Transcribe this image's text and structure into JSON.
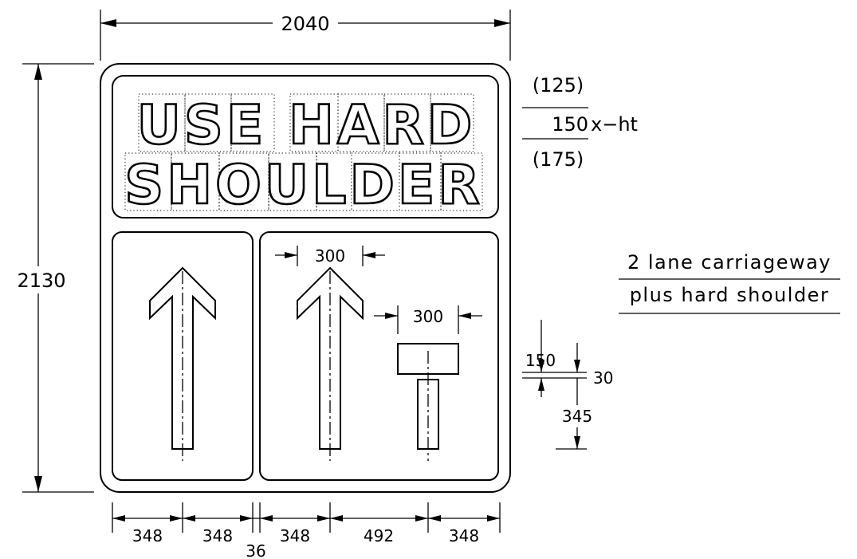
{
  "sign": {
    "line1": "USE HARD",
    "line2": "SHOULDER"
  },
  "dimensions": {
    "overall_width": "2040",
    "overall_height": "2130",
    "arrow_width_a": "300",
    "arrow_width_b": "300",
    "block_height": "150",
    "gap": "30",
    "stem_height": "345",
    "bottom": [
      "348",
      "348",
      "36",
      "348",
      "492",
      "348"
    ]
  },
  "x_height": {
    "upper": "(125)",
    "main": "150",
    "label": "x−ht",
    "lower": "(175)"
  },
  "note": {
    "line1": "2 lane carriageway",
    "line2": "plus hard shoulder"
  }
}
